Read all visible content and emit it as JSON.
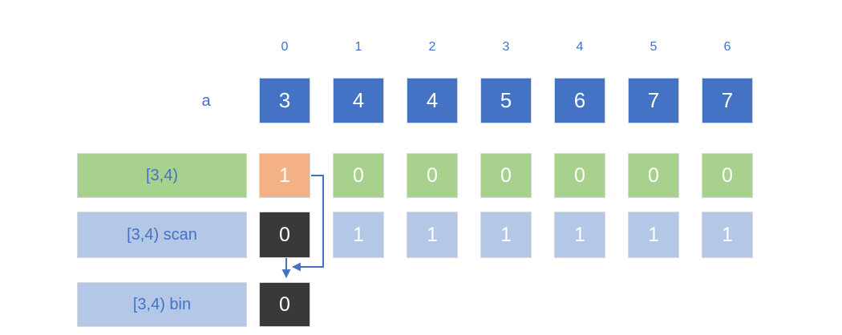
{
  "colors": {
    "accent_blue": "#4472C4",
    "box_blue": "#4472C4",
    "green": "#A9D18E",
    "orange": "#F4B183",
    "light_blue": "#B4C7E7",
    "dark_gray": "#3B3838",
    "border_gray": "#D9D9D9"
  },
  "columns": {
    "indices": [
      "0",
      "1",
      "2",
      "3",
      "4",
      "5",
      "6"
    ]
  },
  "rows": {
    "a": {
      "label": "a",
      "values": [
        "3",
        "4",
        "4",
        "5",
        "6",
        "7",
        "7"
      ]
    },
    "interval": {
      "label": "[3,4)",
      "values": [
        "1",
        "0",
        "0",
        "0",
        "0",
        "0",
        "0"
      ]
    },
    "scan": {
      "label": "[3,4) scan",
      "values": [
        "0",
        "1",
        "1",
        "1",
        "1",
        "1",
        "1"
      ]
    },
    "bin": {
      "label": "[3,4) bin",
      "values": [
        "0"
      ]
    }
  }
}
